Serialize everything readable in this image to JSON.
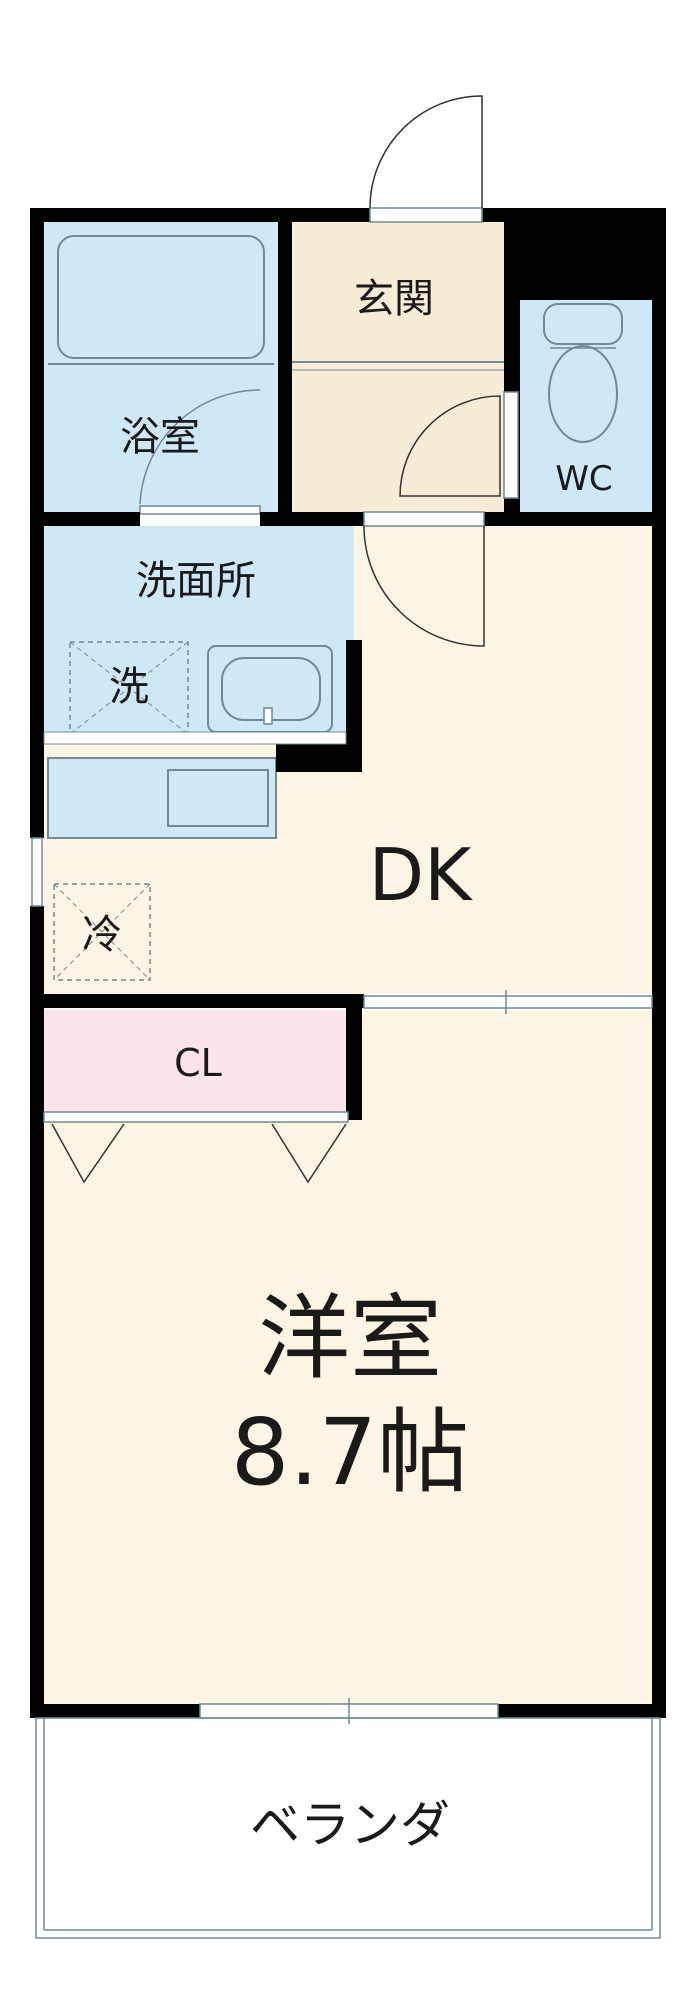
{
  "rooms": {
    "bath": "浴室",
    "entrance": "玄関",
    "wc": "WC",
    "washroom": "洗面所",
    "washer": "洗",
    "dk": "DK",
    "fridge": "冷",
    "closet": "CL",
    "western_room": "洋室",
    "western_room_size": "8.7帖",
    "balcony": "ベランダ"
  },
  "colors": {
    "wall": "#000000",
    "wet_area": "#cfe8f6",
    "floor": "#fdf5e4",
    "entrance": "#f7ecd6",
    "closet": "#fbe4ea"
  }
}
